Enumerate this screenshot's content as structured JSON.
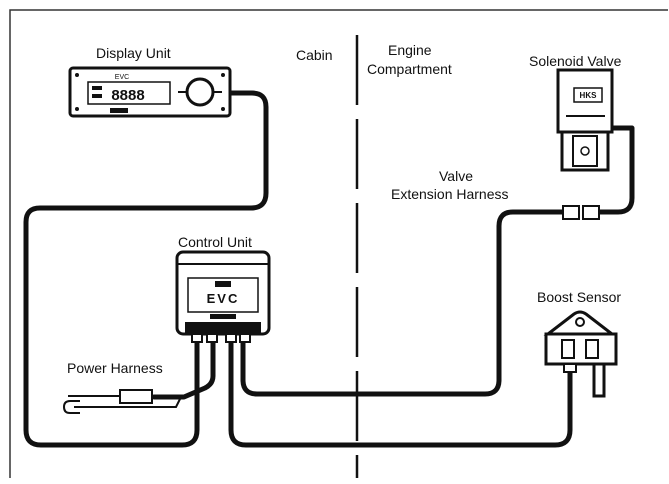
{
  "labels": {
    "display_unit": "Display Unit",
    "cabin": "Cabin",
    "engine_compartment_1": "Engine",
    "engine_compartment_2": "Compartment",
    "solenoid_valve": "Solenoid Valve",
    "valve_extension_1": "Valve",
    "valve_extension_2": "Extension Harness",
    "control_unit": "Control Unit",
    "boost_sensor": "Boost Sensor",
    "power_harness": "Power Harness"
  },
  "device_text": {
    "display_logo": "EVC",
    "display_readout": "8888",
    "control_logo": "EVC",
    "solenoid_logo": "HKS"
  },
  "colors": {
    "line": "#111111",
    "frame": "#333333",
    "background": "#ffffff"
  }
}
